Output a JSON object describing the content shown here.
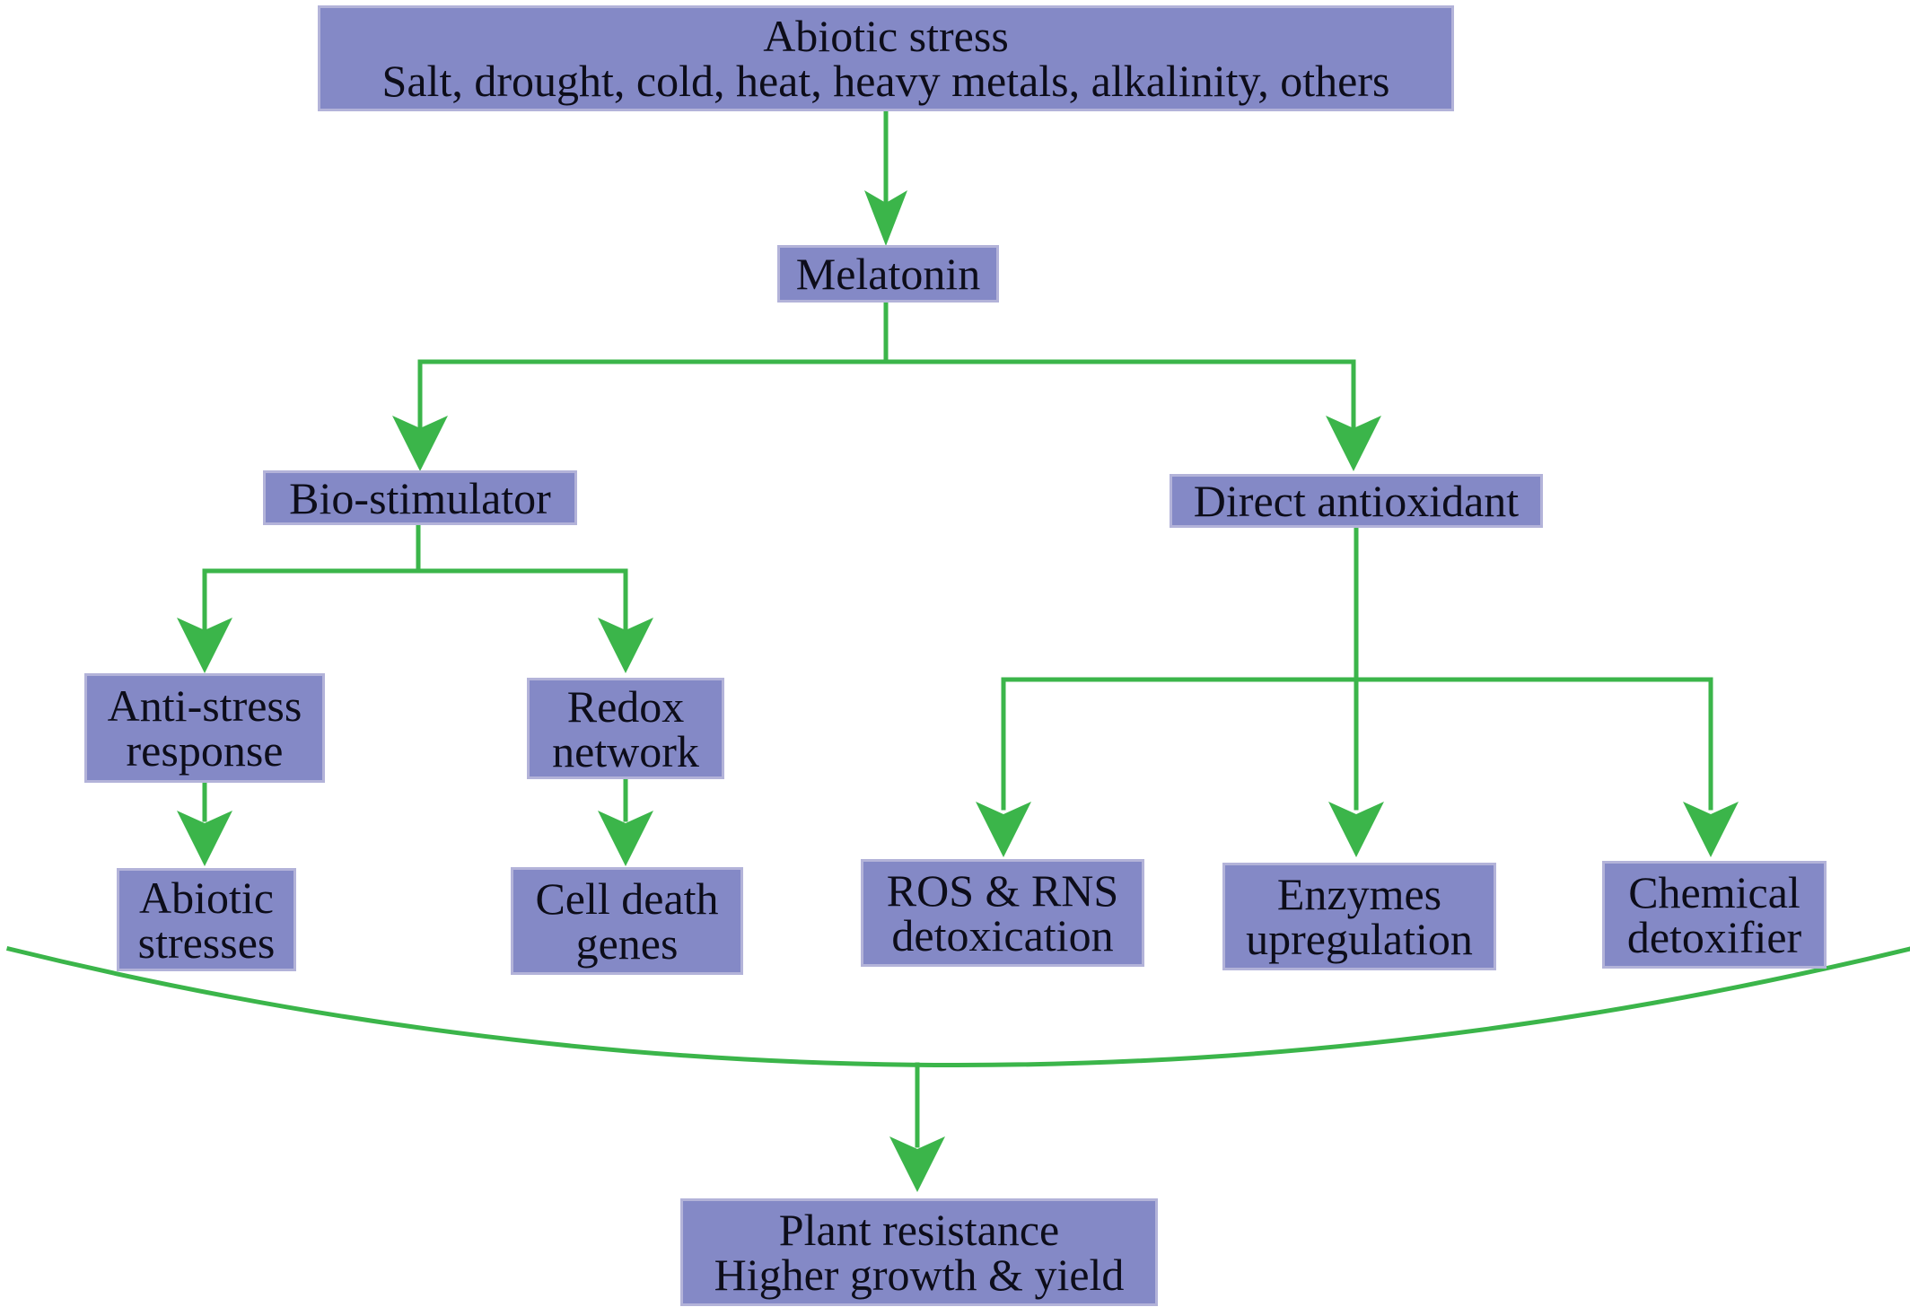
{
  "colors": {
    "box_fill": "#8489c6",
    "box_border": "#b3b3d9",
    "arrow": "#3bb54a",
    "text": "#0d0d1a"
  },
  "nodes": {
    "abiotic_stress": {
      "line1": "Abiotic stress",
      "line2": "Salt, drought, cold, heat, heavy metals, alkalinity, others"
    },
    "melatonin": {
      "line1": "Melatonin"
    },
    "bio_stimulator": {
      "line1": "Bio-stimulator"
    },
    "direct_antioxidant": {
      "line1": "Direct antioxidant"
    },
    "anti_stress_response": {
      "line1": "Anti-stress",
      "line2": "response"
    },
    "redox_network": {
      "line1": "Redox",
      "line2": "network"
    },
    "abiotic_stresses": {
      "line1": "Abiotic",
      "line2": "stresses"
    },
    "cell_death_genes": {
      "line1": "Cell death",
      "line2": "genes"
    },
    "ros_rns": {
      "line1": "ROS & RNS",
      "line2": "detoxication"
    },
    "enzymes": {
      "line1": "Enzymes",
      "line2": "upregulation"
    },
    "chemical": {
      "line1": "Chemical",
      "line2": "detoxifier"
    },
    "plant_resistance": {
      "line1": "Plant resistance",
      "line2": "Higher growth & yield"
    }
  }
}
